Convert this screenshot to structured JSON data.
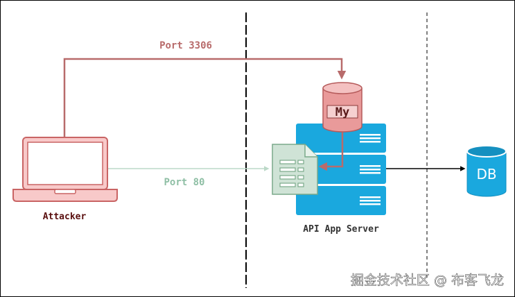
{
  "labels": {
    "port_3306": "Port 3306",
    "port_80": "Port 80",
    "attacker": "Attacker",
    "server": "API App Server",
    "db": "DB",
    "mysql": "My"
  },
  "watermark": "掘金技术社区 @ 布客飞龙",
  "colors": {
    "mysql_line": "#b86b6b",
    "port80_line": "#bcd9c8",
    "server_blue": "#1aa8de",
    "db_blue": "#1aa8de",
    "laptop_fill": "#f8c9c9",
    "laptop_stroke": "#c96464",
    "doc_fill": "#cfe3d6",
    "doc_stroke": "#7aa98a"
  }
}
